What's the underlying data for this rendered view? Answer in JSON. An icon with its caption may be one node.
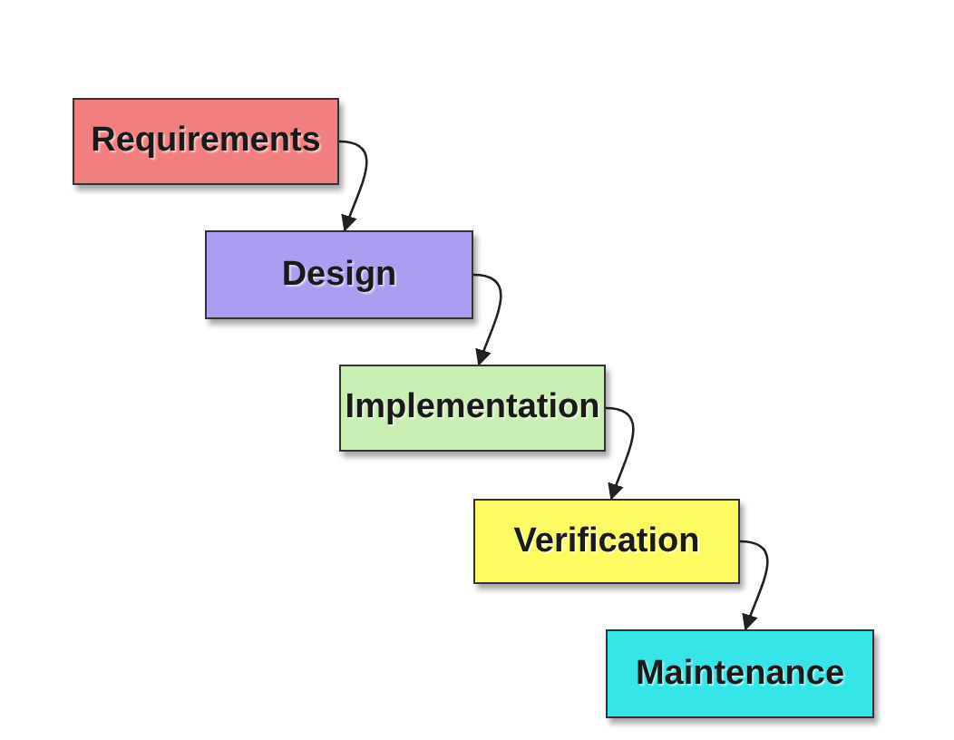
{
  "diagram": {
    "nodes": [
      {
        "text": [
          "Requirements"
        ]
      },
      {
        "text": [
          "Design"
        ]
      },
      {
        "text": [
          "Implementation"
        ]
      },
      {
        "text": [
          "Verification"
        ]
      },
      {
        "text": [
          "Maintenance"
        ]
      }
    ],
    "edges": [
      {
        "from": 0,
        "to": 1,
        "arrow": "to"
      },
      {
        "from": 1,
        "to": 2,
        "arrow": "to"
      },
      {
        "from": 2,
        "to": 3,
        "arrow": "to"
      },
      {
        "from": 3,
        "to": 4,
        "arrow": "to"
      }
    ]
  }
}
